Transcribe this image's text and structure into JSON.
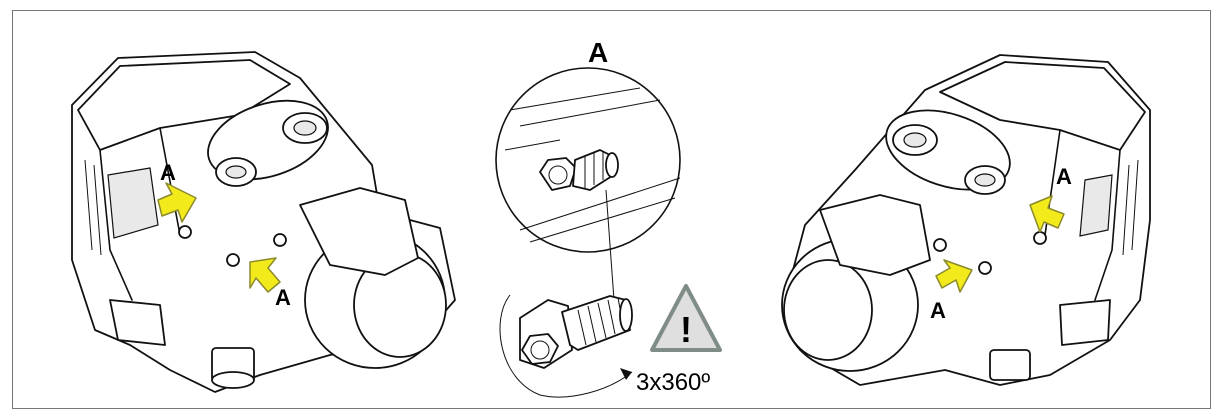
{
  "labels": {
    "detail_title": "A",
    "left_upper": "A",
    "left_lower": "A",
    "right_upper": "A",
    "right_lower": "A",
    "torque": "3x360º",
    "warning_symbol": "!"
  },
  "colors": {
    "arrow_fill": "#f3ea1c",
    "arrow_stroke": "#8b8a2a",
    "warning_fill": "#dfdfdf",
    "warning_stroke": "#7f8d86",
    "line": "#111111",
    "frame": "#777777"
  },
  "icons": [
    "callout-arrow-icon",
    "warning-triangle-icon",
    "rotation-arrow-icon"
  ]
}
